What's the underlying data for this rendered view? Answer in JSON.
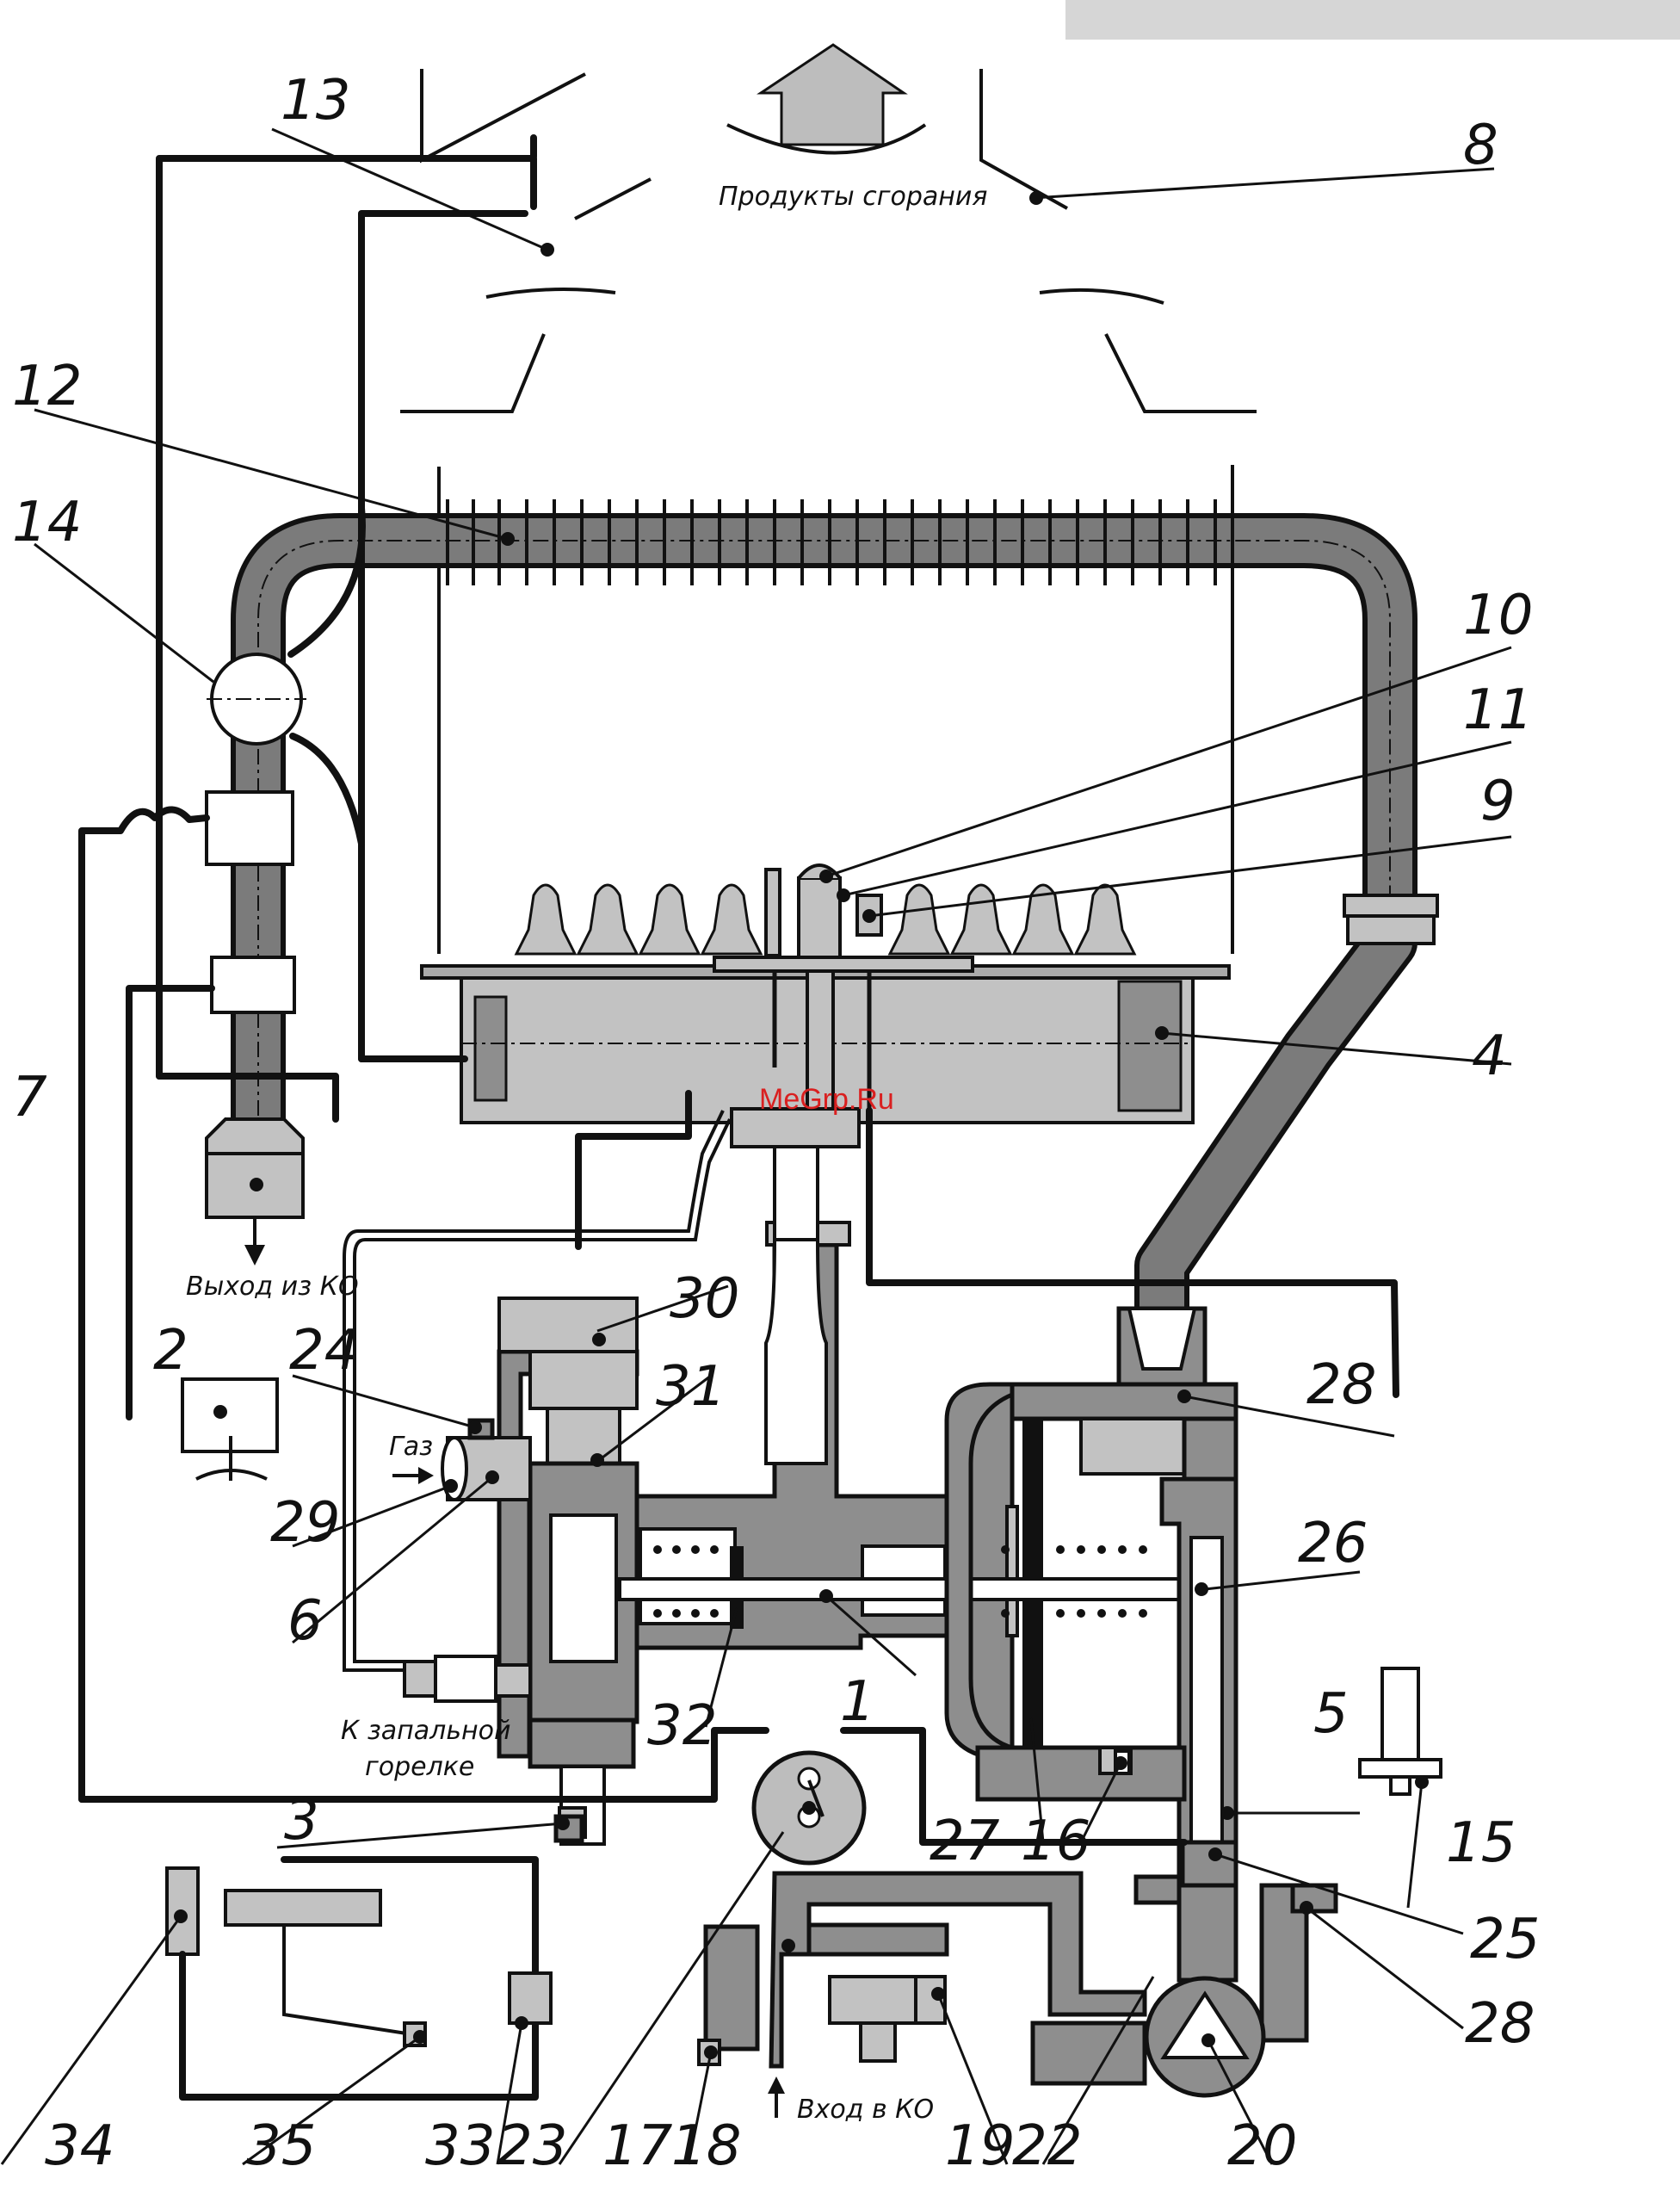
{
  "captions": {
    "combustion_products": "Продукты сгорания",
    "outlet": "Выход из КО",
    "gas": "Газ",
    "pilot_line1": "К запальной",
    "pilot_line2": "горелке",
    "inlet": "Вход в КО"
  },
  "watermark": "MeGrp.Ru",
  "callouts": [
    "1",
    "2",
    "3",
    "4",
    "5",
    "6",
    "7",
    "8",
    "9",
    "10",
    "11",
    "12",
    "13",
    "14",
    "15",
    "16",
    "17",
    "18",
    "19",
    "20",
    "22",
    "23",
    "24",
    "25",
    "26",
    "27",
    "28",
    "29",
    "30",
    "31",
    "32",
    "33",
    "34",
    "35"
  ],
  "colors": {
    "body_dark": "#8e8e8e",
    "body_light": "#c2c2c2",
    "line": "#111111",
    "watermark": "#d92020",
    "top_bar": "#d6d6d6"
  }
}
